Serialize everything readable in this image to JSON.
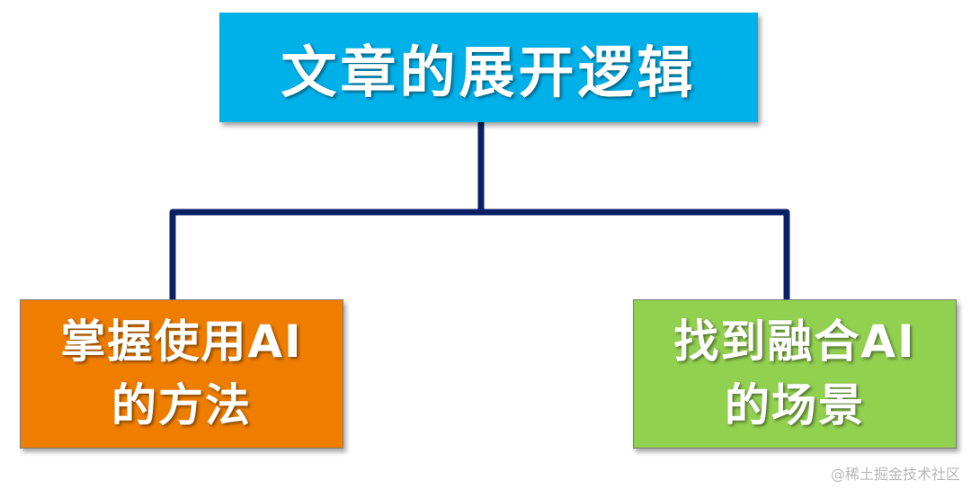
{
  "diagram": {
    "root": {
      "text": "文章的展开逻辑",
      "color": "#00b0e8"
    },
    "children": [
      {
        "text": "掌握使用AI\n的方法",
        "color": "#ef7d00"
      },
      {
        "text": "找到融合AI\n的场景",
        "color": "#92d050"
      }
    ],
    "connector_color": "#0b1f66"
  },
  "watermark": "@稀土掘金技术社区"
}
